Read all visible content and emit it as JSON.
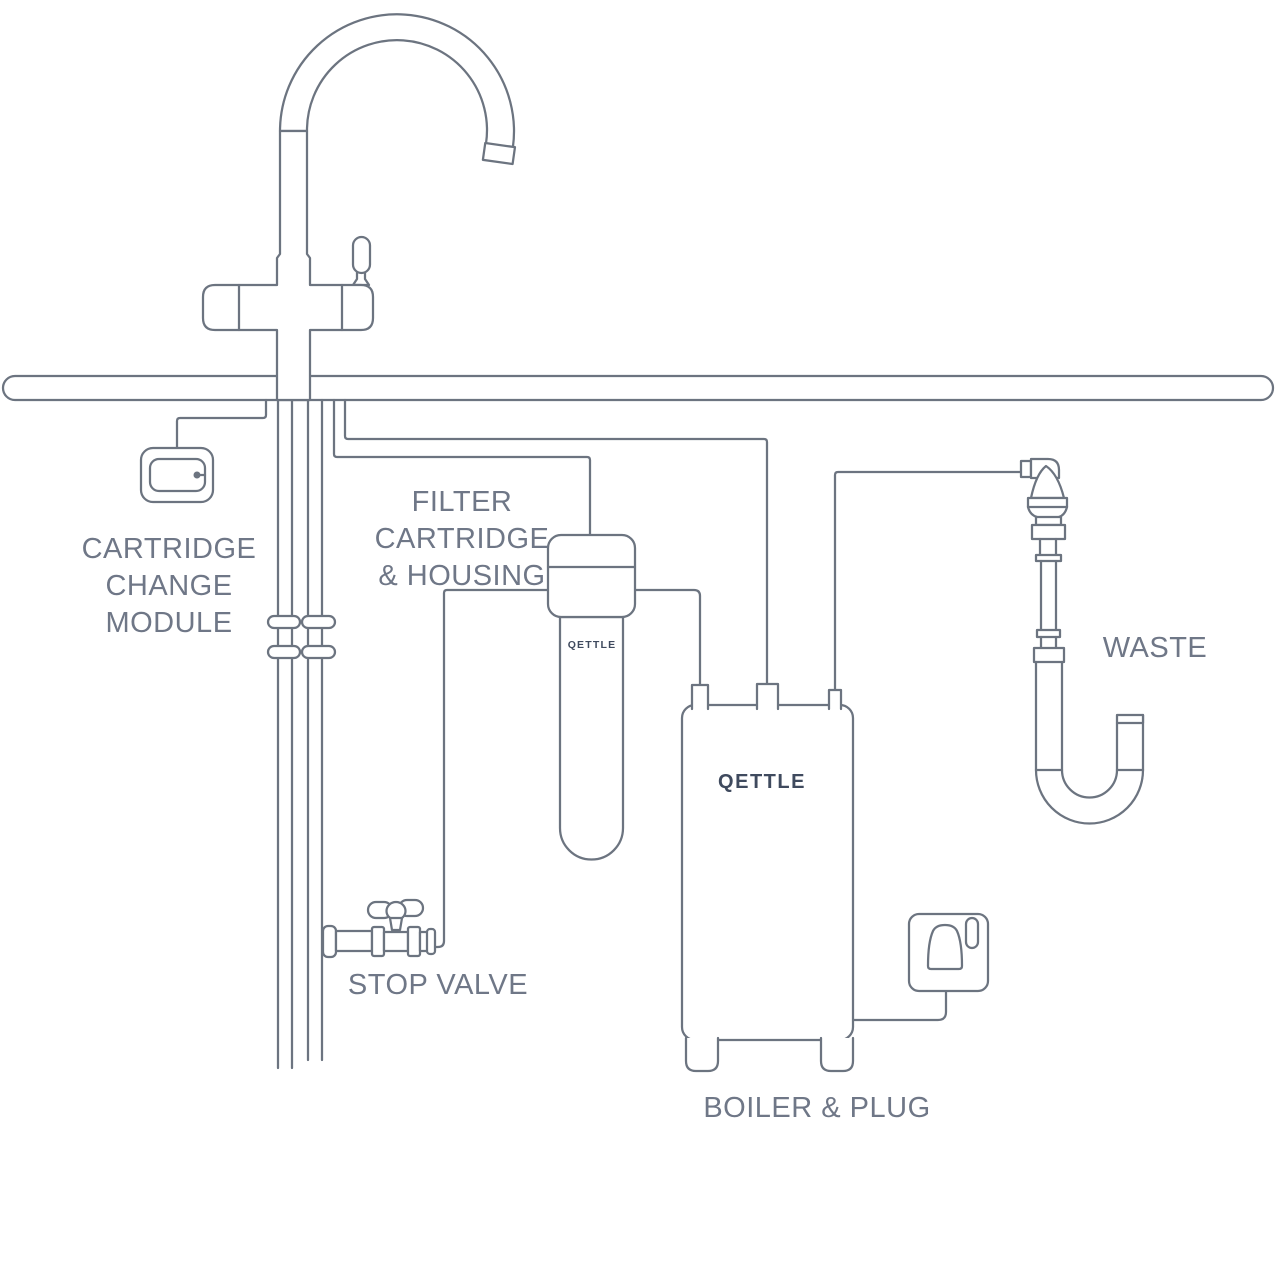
{
  "colors": {
    "background": "#ffffff",
    "line": "#6c7480",
    "label_text": "#6f7787",
    "logo_text": "#3f4a5e"
  },
  "diagram": {
    "title": "Boiling water tap installation diagram",
    "labels": {
      "cartridge_module": {
        "lines": [
          "CARTRIDGE",
          "CHANGE",
          "MODULE"
        ]
      },
      "filter": {
        "lines": [
          "FILTER",
          "CARTRIDGE",
          "& HOUSING"
        ]
      },
      "stop_valve": "STOP VALVE",
      "boiler_plug": "BOILER & PLUG",
      "waste": "WASTE"
    },
    "logos": {
      "boiler": "QETTLE",
      "filter_cartridge": "QETTLE"
    }
  }
}
